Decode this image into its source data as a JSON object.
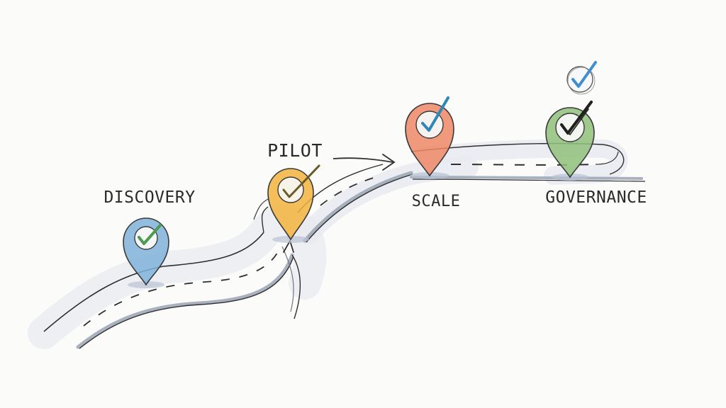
{
  "roadmap": {
    "stages": [
      {
        "label": "DISCOVERY",
        "pin_color": "#7fb2d9",
        "check_color": "#4f9a52"
      },
      {
        "label": "PILOT",
        "pin_color": "#f2b43d",
        "check_color": "#6a5a2a"
      },
      {
        "label": "SCALE",
        "pin_color": "#ee8766",
        "check_color": "#2f86b8"
      },
      {
        "label": "GOVERNANCE",
        "pin_color": "#8fc07a",
        "check_color": "#1f1f1f"
      }
    ],
    "extra_badge_check_color": "#3f8fd0",
    "road_color": "#8e97a8",
    "line_color": "#333333"
  }
}
